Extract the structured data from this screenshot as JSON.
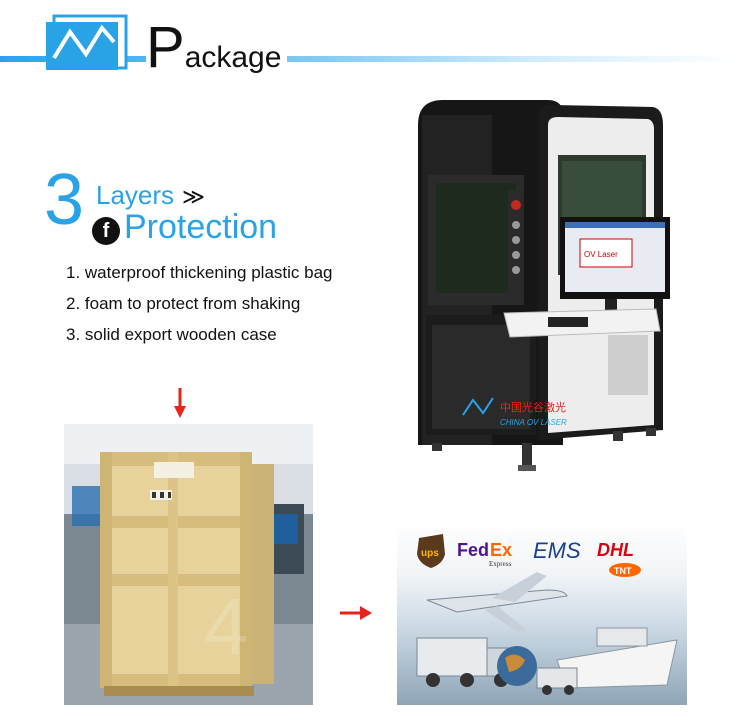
{
  "header": {
    "title_first": "P",
    "title_rest": "ackage"
  },
  "layers": {
    "number": "3",
    "word": "Layers",
    "arrows": "≫",
    "badge": "f",
    "protection": "Protection",
    "items": [
      "1. waterproof thickening plastic bag",
      "2. foam to protect from shaking",
      "3. solid export wooden case"
    ]
  },
  "machine": {
    "screen_label": "OV Laser",
    "brand_cn": "中国光谷激光",
    "brand_en": "CHINA OV LASER"
  },
  "crate": {
    "watermark": "4"
  },
  "shipping": {
    "ups": "ups",
    "fedex_fed": "Fed",
    "fedex_ex": "Ex",
    "fedex_sub": "Express",
    "ems": "EMS",
    "dhl": "DHL",
    "tnt": "TNT"
  },
  "colors": {
    "accent": "#2aa3e6",
    "arrow": "#e8231c"
  }
}
